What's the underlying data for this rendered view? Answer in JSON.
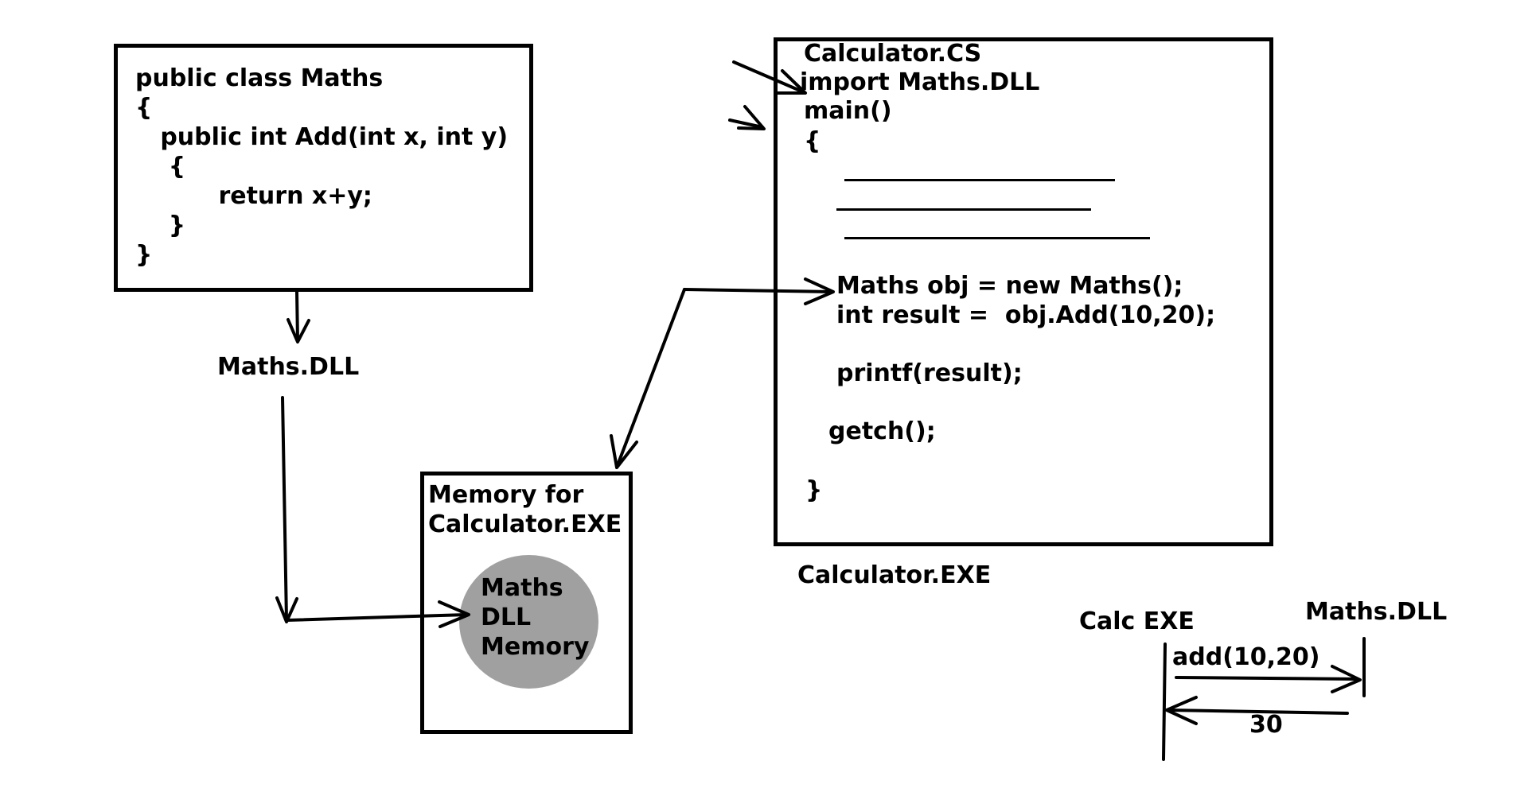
{
  "maths_box": {
    "lines": [
      "public class Maths",
      "{",
      "   public int Add(int x, int y)",
      "    {",
      "          return x+y;",
      "    }",
      "}"
    ]
  },
  "maths_dll_label": "Maths.DLL",
  "calc_box": {
    "title": "Calculator.CS",
    "import_line": "import Maths.DLL",
    "main_line": "main()",
    "open_brace": "{",
    "obj_line": "Maths obj = new Maths();",
    "result_line": "int result =  obj.Add(10,20);",
    "printf_line": "printf(result);",
    "getch_line": "getch();",
    "close_brace": "}"
  },
  "calc_exe_label": "Calculator.EXE",
  "memory_box": {
    "title_line1": "Memory for",
    "title_line2": "Calculator.EXE",
    "circle_lines": [
      "Maths",
      "DLL",
      "Memory"
    ]
  },
  "sequence": {
    "left_label": "Calc EXE",
    "right_label": "Maths.DLL",
    "call_label": "add(10,20)",
    "return_label": "30"
  },
  "colors": {
    "ink": "#000000",
    "circle_fill": "#a0a0a0"
  }
}
